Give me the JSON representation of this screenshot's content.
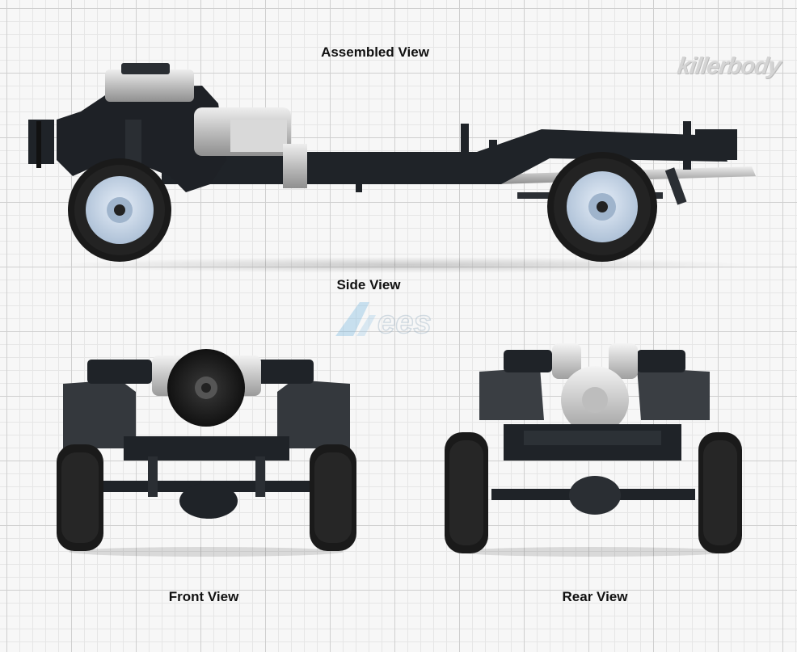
{
  "labels": {
    "assembled": "Assembled View",
    "side": "Side View",
    "front": "Front View",
    "rear": "Rear View"
  },
  "brand": {
    "logo_text": "killerbody"
  },
  "colors": {
    "chassis": "#1f2328",
    "tire": "#1a1a1a",
    "rim": "#c9d6e6",
    "metal": "#c8c8c8",
    "grid_major": "#cfcfcf",
    "grid_minor": "#e6e6e6",
    "background": "#f7f7f7",
    "watermark": "#6fb3e0"
  },
  "icons": {
    "watermark": "brand-watermark-icon"
  }
}
